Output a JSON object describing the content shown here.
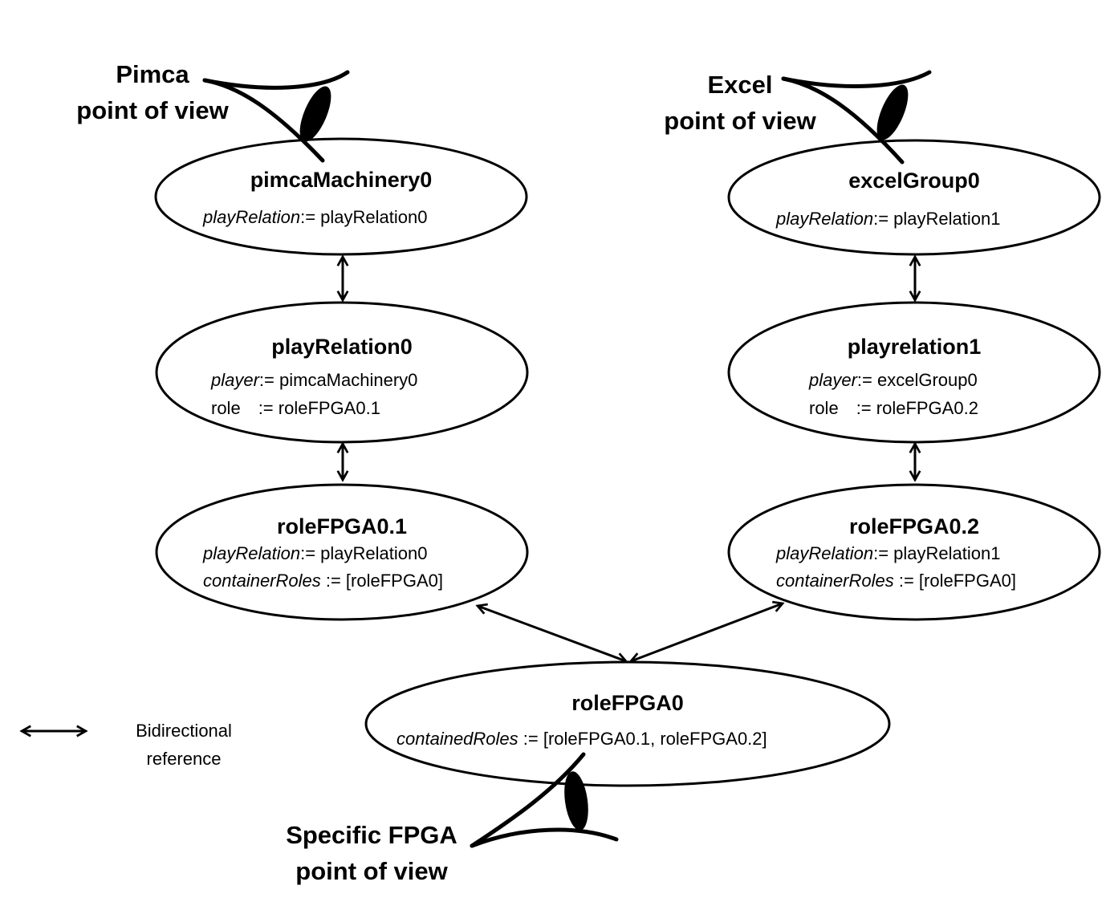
{
  "nodes": {
    "pimcaMachinery0": {
      "title": "pimcaMachinery0",
      "a1_key": "playRelation",
      "a1_val": ":= playRelation0"
    },
    "playRelation0": {
      "title": "playRelation0",
      "a1_key": "player",
      "a1_val": ":= pimcaMachinery0",
      "a2_key": "role",
      "a2_val": ":= roleFPGA0.1"
    },
    "roleFPGA0_1": {
      "title": "roleFPGA0.1",
      "a1_key": "playRelation",
      "a1_val": ":= playRelation0",
      "a2_key": "containerRoles",
      "a2_val": " := [roleFPGA0]"
    },
    "excelGroup0": {
      "title": "excelGroup0",
      "a1_key": "playRelation",
      "a1_val": ":= playRelation1"
    },
    "playrelation1": {
      "title": "playrelation1",
      "a1_key": "player",
      "a1_val": ":= excelGroup0",
      "a2_key": "role",
      "a2_val": ":= roleFPGA0.2"
    },
    "roleFPGA0_2": {
      "title": "roleFPGA0.2",
      "a1_key": "playRelation",
      "a1_val": ":= playRelation1",
      "a2_key": "containerRoles",
      "a2_val": " := [roleFPGA0]"
    },
    "roleFPGA0": {
      "title": "roleFPGA0",
      "a1_key": "containedRoles",
      "a1_val": " := [roleFPGA0.1, roleFPGA0.2]"
    }
  },
  "viewpoints": {
    "pimca": {
      "line1": "Pimca",
      "line2": "point of view"
    },
    "excel": {
      "line1": "Excel",
      "line2": "point of view"
    },
    "fpga": {
      "line1": "Specific FPGA",
      "line2": "point of view"
    }
  },
  "legend": {
    "line1": "Bidirectional",
    "line2": "reference"
  },
  "icons": {
    "viewpoint": "eye-icon",
    "reference": "double-arrow-icon"
  }
}
